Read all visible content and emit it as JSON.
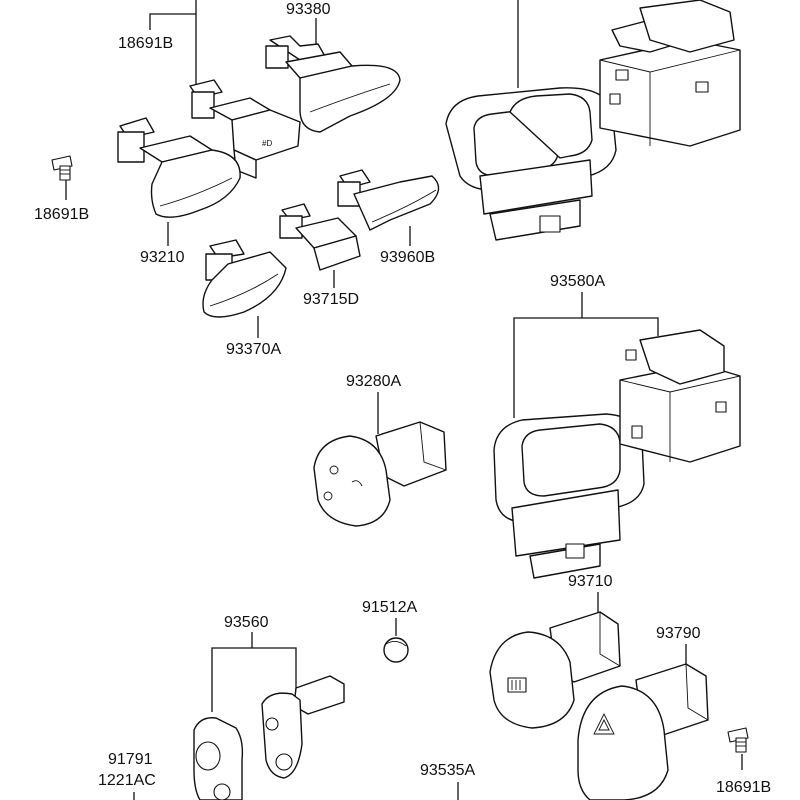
{
  "diagram": {
    "part_labels": [
      {
        "id": "p18691b_top",
        "text": "18691B"
      },
      {
        "id": "p93380",
        "text": "93380"
      },
      {
        "id": "p18691b_left",
        "text": "18691B"
      },
      {
        "id": "p93210",
        "text": "93210"
      },
      {
        "id": "p93960b",
        "text": "93960B"
      },
      {
        "id": "p93715d",
        "text": "93715D"
      },
      {
        "id": "p93370a",
        "text": "93370A"
      },
      {
        "id": "p93580a",
        "text": "93580A"
      },
      {
        "id": "p93280a",
        "text": "93280A"
      },
      {
        "id": "p93710",
        "text": "93710"
      },
      {
        "id": "p93560",
        "text": "93560"
      },
      {
        "id": "p91512a",
        "text": "91512A"
      },
      {
        "id": "p93790",
        "text": "93790"
      },
      {
        "id": "p91791",
        "text": "91791"
      },
      {
        "id": "p1221ac",
        "text": "1221AC"
      },
      {
        "id": "p93535a",
        "text": "93535A"
      },
      {
        "id": "p18691b_right",
        "text": "18691B"
      }
    ]
  }
}
